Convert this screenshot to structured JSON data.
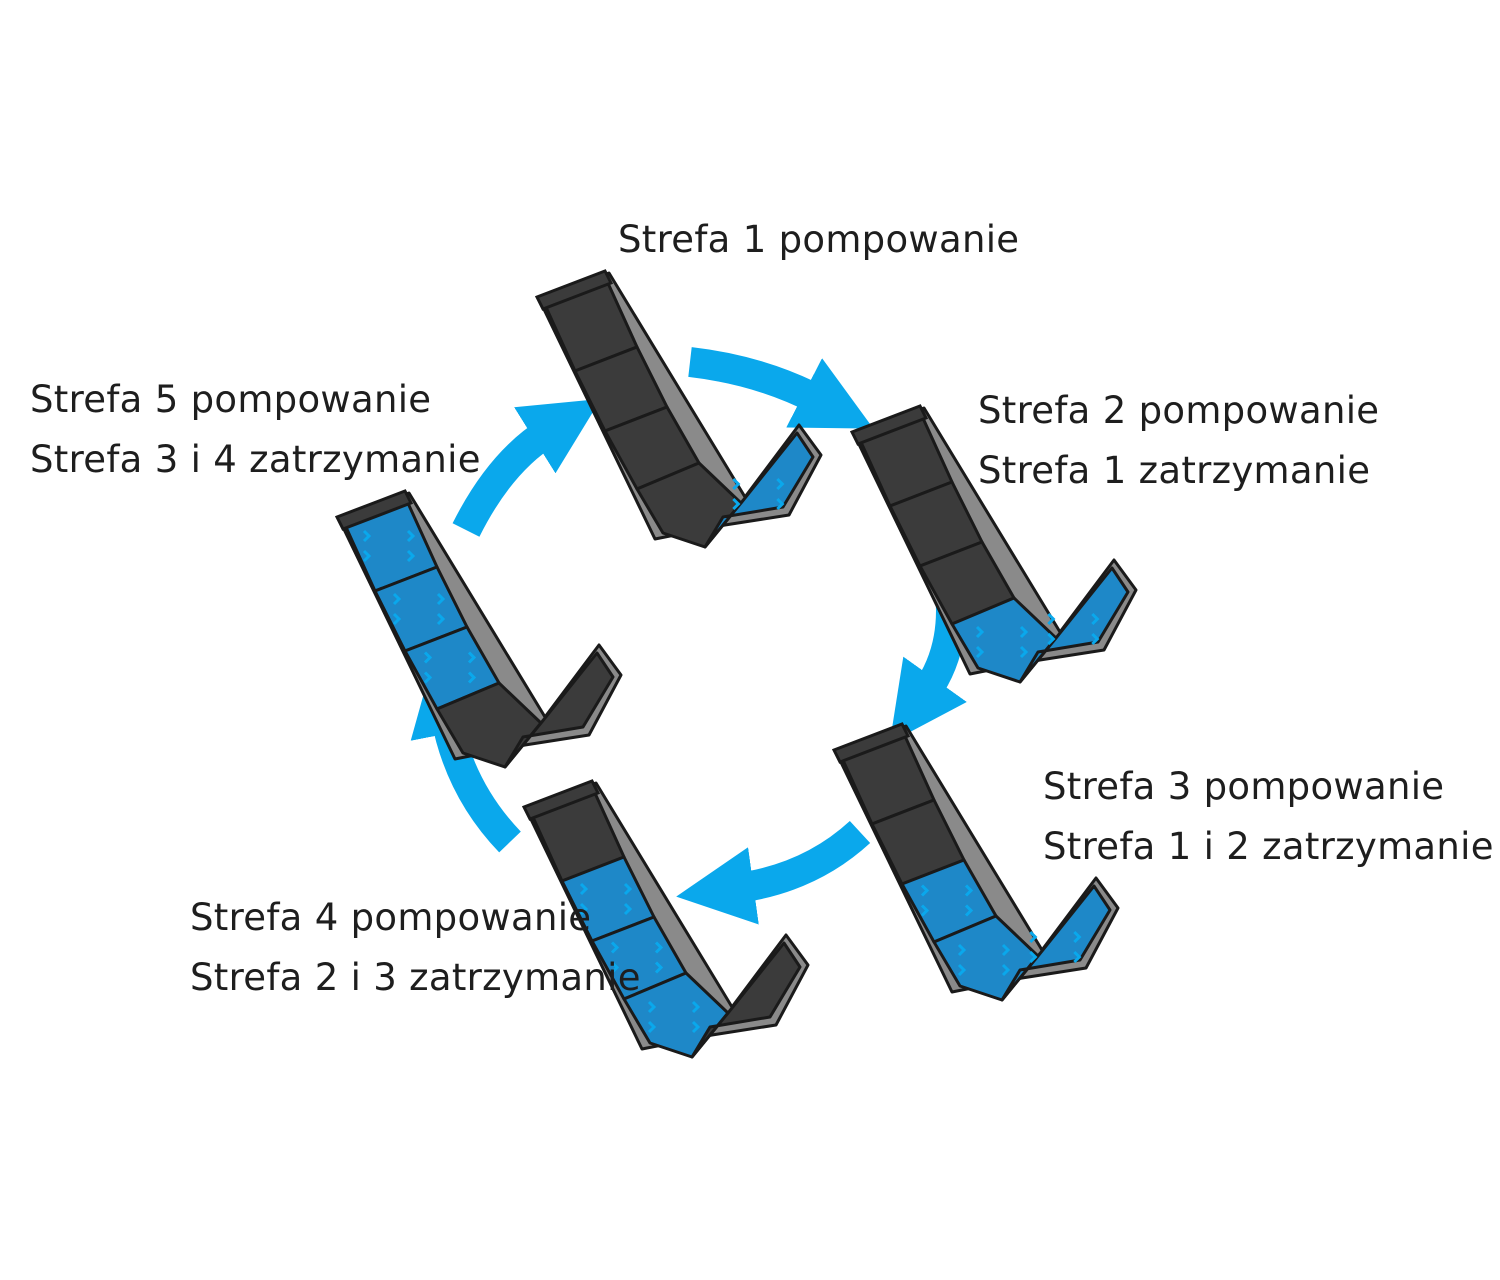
{
  "colors": {
    "boot_dark": "#3b3b3b",
    "boot_gray": "#8a8a8a",
    "outline": "#1a1a1a",
    "inflated": "#1e88c8",
    "arrow": "#0aa8ec",
    "text": "#1e1e1e"
  },
  "stages": [
    {
      "id": "stage-1",
      "pumping": "Strefa 1 pompowanie",
      "holding": "",
      "inflated_zones": [
        1
      ]
    },
    {
      "id": "stage-2",
      "pumping": "Strefa 2 pompowanie",
      "holding": "Strefa 1 zatrzymanie",
      "inflated_zones": [
        1,
        2
      ]
    },
    {
      "id": "stage-3",
      "pumping": "Strefa 3 pompowanie",
      "holding": "Strefa 1 i 2 zatrzymanie",
      "inflated_zones": [
        1,
        2,
        3
      ]
    },
    {
      "id": "stage-4",
      "pumping": "Strefa 4 pompowanie",
      "holding": "Strefa 2 i 3 zatrzymanie",
      "inflated_zones": [
        2,
        3,
        4
      ]
    },
    {
      "id": "stage-5",
      "pumping": "Strefa 5 pompowanie",
      "holding": "Strefa 3 i 4 zatrzymanie",
      "inflated_zones": [
        3,
        4,
        5
      ]
    }
  ],
  "icons": {
    "boot": "compression-boot-icon",
    "arrow": "cycle-arrow-icon",
    "pressure": "pressure-arrows-icon"
  }
}
